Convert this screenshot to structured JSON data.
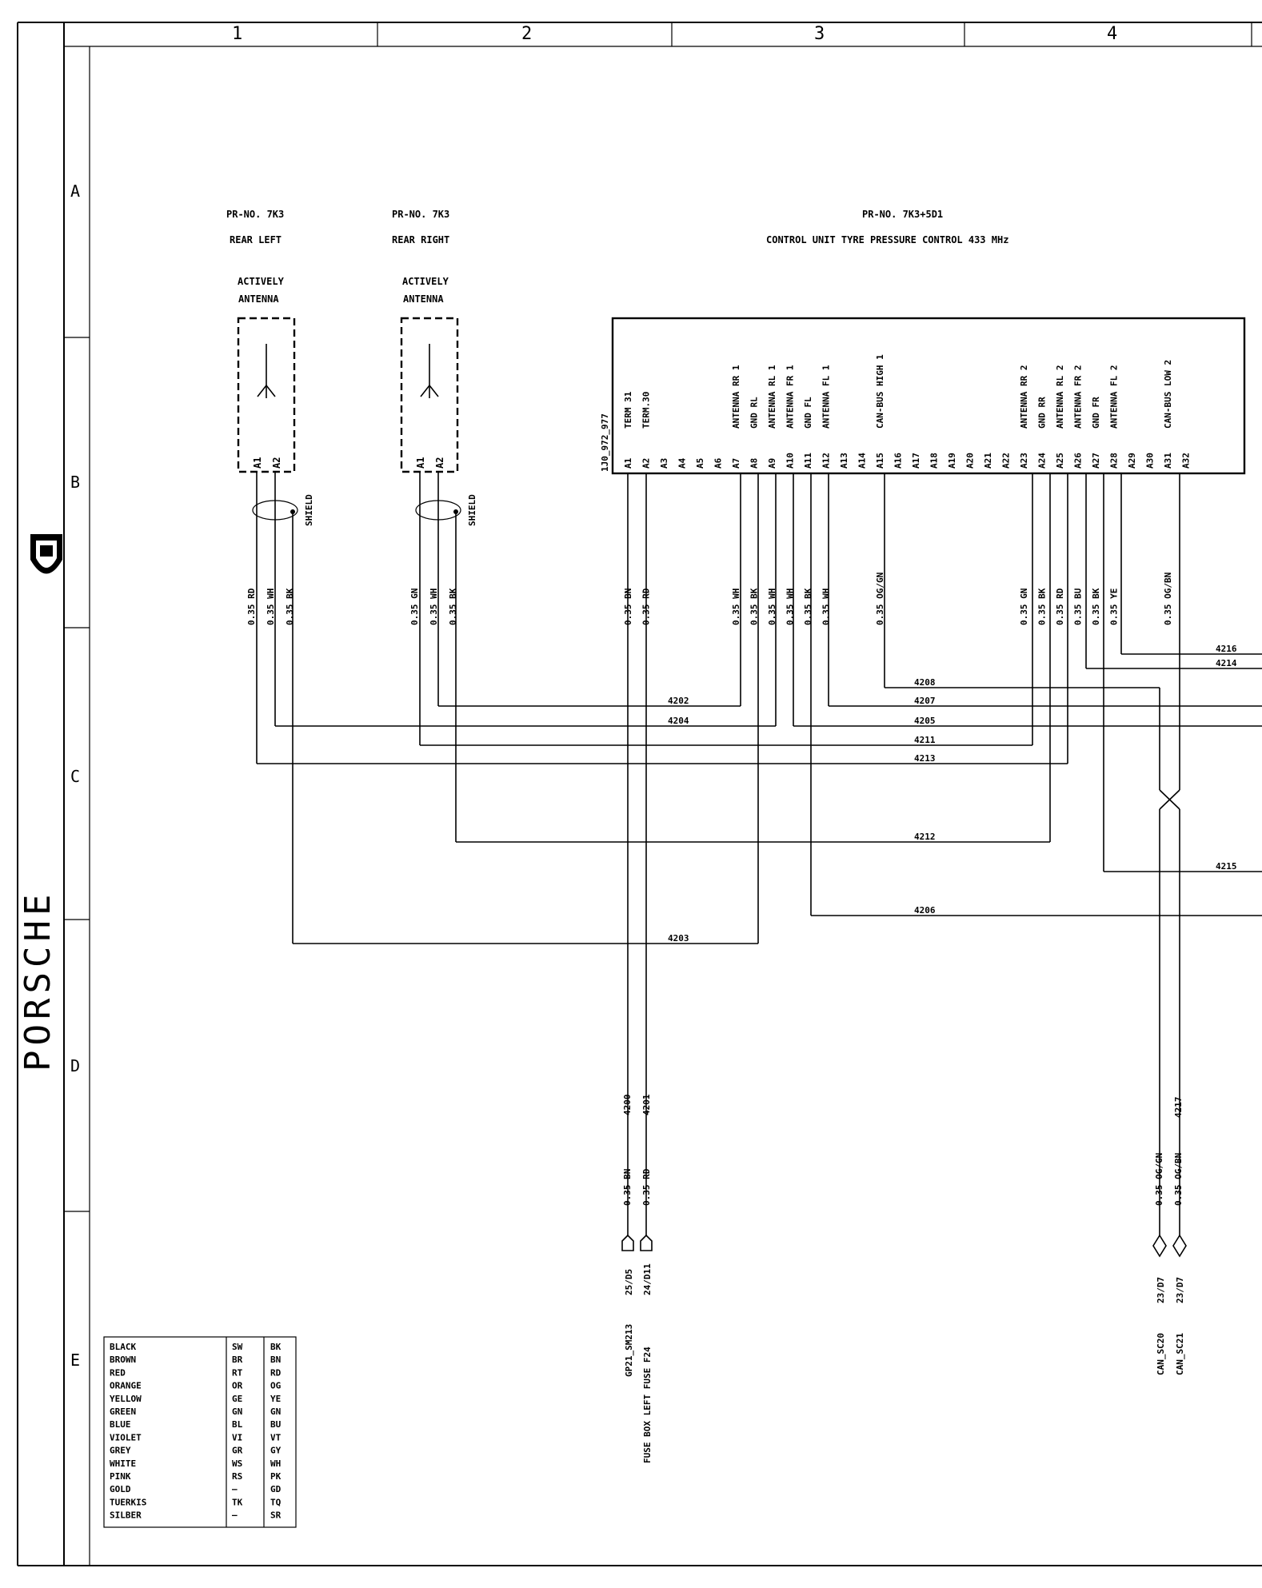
{
  "brand": {
    "name": "PORSCHE"
  },
  "grid": {
    "columns": [
      "1",
      "2",
      "3",
      "4"
    ],
    "rows": [
      "A",
      "B",
      "C",
      "D",
      "E"
    ]
  },
  "components": {
    "rear_left": {
      "pr_no": "PR-NO. 7K3",
      "label": "REAR LEFT",
      "type_line1": "ACTIVELY",
      "type_line2": "ANTENNA",
      "pins": [
        "A1",
        "A2"
      ],
      "shield": "SHIELD",
      "wires": [
        "0.35 RD",
        "0.35 WH",
        "0.35 BK"
      ]
    },
    "rear_right": {
      "pr_no": "PR-NO. 7K3",
      "label": "REAR RIGHT",
      "type_line1": "ACTIVELY",
      "type_line2": "ANTENNA",
      "pins": [
        "A1",
        "A2"
      ],
      "shield": "SHIELD",
      "wires": [
        "0.35 GN",
        "0.35 WH",
        "0.35 BK"
      ]
    },
    "control_unit": {
      "pr_no": "PR-NO. 7K3+5D1",
      "title": "CONTROL UNIT TYRE PRESSURE CONTROL 433 MHz",
      "part_no": "1J0_972_977",
      "pins": [
        "A1",
        "A2",
        "A3",
        "A4",
        "A5",
        "A6",
        "A7",
        "A8",
        "A9",
        "A10",
        "A11",
        "A12",
        "A13",
        "A14",
        "A15",
        "A16",
        "A17",
        "A18",
        "A19",
        "A20",
        "A21",
        "A22",
        "A23",
        "A24",
        "A25",
        "A26",
        "A27",
        "A28",
        "A29",
        "A30",
        "A31",
        "A32"
      ],
      "signals": [
        "TERM 31",
        "TERM.30",
        "",
        "",
        "",
        "",
        "ANTENNA RR 1",
        "GND RL",
        "ANTENNA RL 1",
        "ANTENNA FR 1",
        "GND FL",
        "ANTENNA FL 1",
        "",
        "",
        "CAN-BUS HIGH 1",
        "",
        "",
        "",
        "",
        "",
        "",
        "",
        "ANTENNA RR 2",
        "GND RR",
        "ANTENNA RL 2",
        "ANTENNA FR 2",
        "GND FR",
        "ANTENNA FL 2",
        "",
        "",
        "CAN-BUS LOW 2",
        ""
      ],
      "wires": [
        "0.35 BN",
        "0.35 RD",
        "",
        "",
        "",
        "",
        "0.35 WH",
        "0.35 BK",
        "0.35 WH",
        "0.35 WH",
        "0.35 BK",
        "0.35 WH",
        "",
        "",
        "0.35 OG/GN",
        "",
        "",
        "",
        "",
        "",
        "",
        "",
        "0.35 GN",
        "0.35 BK",
        "0.35 RD",
        "0.35 BU",
        "0.35 BK",
        "0.35 YE",
        "",
        "",
        "0.35 OG/BN",
        ""
      ]
    }
  },
  "circuits": [
    "4202",
    "4204",
    "4208",
    "4207",
    "4205",
    "4211",
    "4213",
    "4212",
    "4206",
    "4203",
    "4216",
    "4214",
    "4215"
  ],
  "lower_left": {
    "circuits": [
      "4200",
      "4201"
    ],
    "wires": [
      "0.35 BN",
      "0.35 RD"
    ],
    "refs": [
      "25/D5",
      "24/D11"
    ],
    "dest1": "GP21_SM213",
    "dest2": "FUSE BOX LEFT FUSE F24"
  },
  "lower_right": {
    "circuit": "4217",
    "wires": [
      "0.35 OG/GN",
      "0.35 OG/BN"
    ],
    "refs": [
      "23/D7",
      "23/D7"
    ],
    "dest": [
      "CAN_SC20",
      "CAN_SC21"
    ]
  },
  "legend": [
    [
      "BLACK",
      "SW",
      "BK"
    ],
    [
      "BROWN",
      "BR",
      "BN"
    ],
    [
      "RED",
      "RT",
      "RD"
    ],
    [
      "ORANGE",
      "OR",
      "OG"
    ],
    [
      "YELLOW",
      "GE",
      "YE"
    ],
    [
      "GREEN",
      "GN",
      "GN"
    ],
    [
      "BLUE",
      "BL",
      "BU"
    ],
    [
      "VIOLET",
      "VI",
      "VT"
    ],
    [
      "GREY",
      "GR",
      "GY"
    ],
    [
      "WHITE",
      "WS",
      "WH"
    ],
    [
      "PINK",
      "RS",
      "PK"
    ],
    [
      "GOLD",
      "—",
      "GD"
    ],
    [
      "TUERKIS",
      "TK",
      "TQ"
    ],
    [
      "SILBER",
      "—",
      "SR"
    ]
  ]
}
